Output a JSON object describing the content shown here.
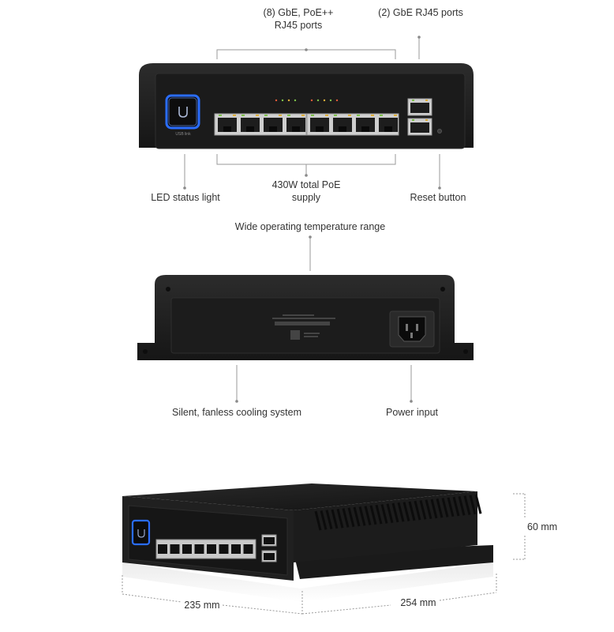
{
  "front_view": {
    "poe_ports_callout": "(8) GbE, PoE++ RJ45 ports",
    "rj45_ports_callout": "(2) GbE RJ45 ports",
    "led_callout": "LED status light",
    "poe_supply_callout": "430W total PoE supply",
    "reset_callout": "Reset button",
    "poe_port_count": 8,
    "uplink_port_count": 2
  },
  "back_view": {
    "temperature_callout": "Wide operating temperature range",
    "cooling_callout": "Silent, fanless cooling system",
    "power_callout": "Power input"
  },
  "dimensions": {
    "height": "60 mm",
    "width": "235 mm",
    "depth": "254 mm"
  },
  "colors": {
    "device_body": "#222222",
    "led_ring": "#2a6dff",
    "callout_line": "#9a9a9a"
  }
}
